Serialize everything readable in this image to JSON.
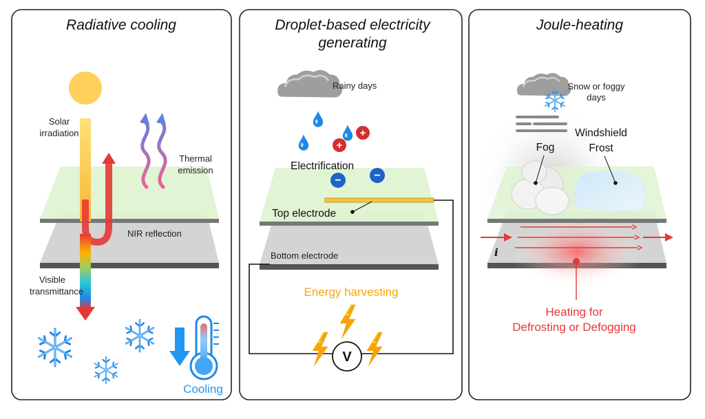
{
  "colors": {
    "sun": "#ffd15a",
    "cooling": "#2196f3",
    "energy": "#f5a50b",
    "heating": "#e53935",
    "glass_green": "#dff3d2",
    "plate_gray": "#d2d2d2"
  },
  "panels": [
    {
      "title": "Radiative cooling",
      "labels": {
        "solar": [
          "Solar",
          "irradiation"
        ],
        "thermal": [
          "Thermal",
          "emission"
        ],
        "nir": "NIR reflection",
        "visible": [
          "Visible",
          "transmittance"
        ],
        "cooling": "Cooling"
      },
      "icons": [
        "sun-icon",
        "snowflake-icon",
        "thermometer-icon",
        "down-arrow-icon"
      ]
    },
    {
      "title_lines": [
        "Droplet-based electricity",
        "generating"
      ],
      "labels": {
        "rainy": "Rainy days",
        "electrification": "Electrification",
        "top": "Top electrode",
        "bottom": "Bottom electrode",
        "energy": "Energy harvesting",
        "voltmeter": "V",
        "plus": "+",
        "minus": "−"
      },
      "icons": [
        "cloud-icon",
        "droplet-icon",
        "lightning-icon",
        "voltmeter-icon"
      ]
    },
    {
      "title": "Joule-heating",
      "labels": {
        "snow": [
          "Snow or foggy",
          "days"
        ],
        "fog": "Fog",
        "frost": [
          "Windshield",
          "Frost"
        ],
        "current": "i",
        "heating": [
          "Heating for",
          "Defrosting or Defogging"
        ]
      },
      "icons": [
        "cloud-icon",
        "snowflake-icon",
        "fog-lines-icon",
        "current-arrow-icon"
      ]
    }
  ]
}
